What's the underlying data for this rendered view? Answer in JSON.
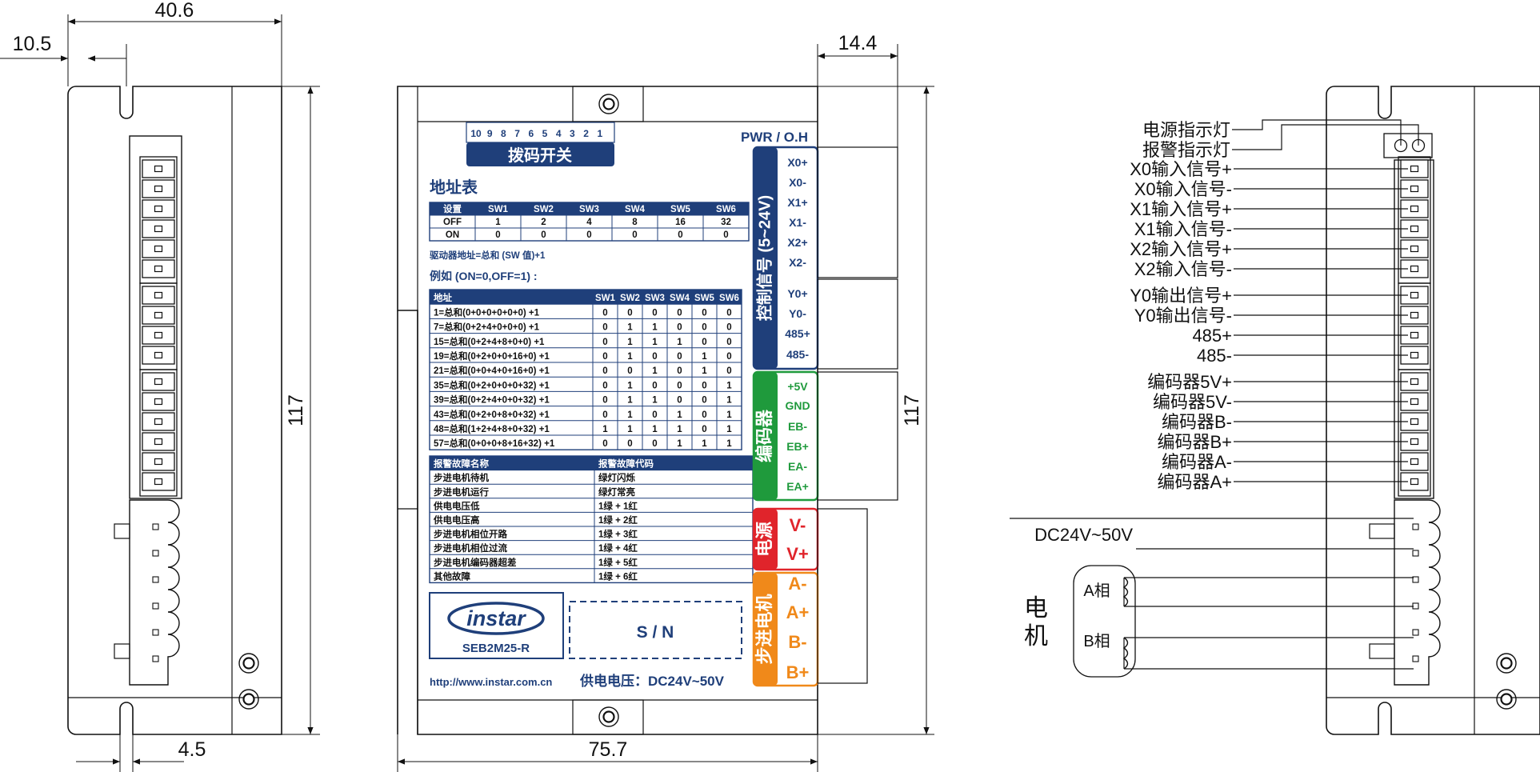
{
  "left_view": {
    "dims": {
      "width": "40.6",
      "slot_offset": "10.5",
      "bottom_slot": "4.5",
      "height": "117"
    }
  },
  "front_view": {
    "dims": {
      "width": "75.7",
      "conn_depth": "14.4",
      "height": "117"
    },
    "dip": {
      "numbers": [
        "10",
        "9",
        "8",
        "7",
        "6",
        "5",
        "4",
        "3",
        "2",
        "1"
      ],
      "label": "拨码开关"
    },
    "pwr_label": "PWR / O.H",
    "address_title": "地址表",
    "addr_table": {
      "headers": [
        "设置",
        "SW1",
        "SW2",
        "SW3",
        "SW4",
        "SW5",
        "SW6"
      ],
      "rows": [
        [
          "OFF",
          "1",
          "2",
          "4",
          "8",
          "16",
          "32"
        ],
        [
          "ON",
          "0",
          "0",
          "0",
          "0",
          "0",
          "0"
        ]
      ]
    },
    "formula": "驱动器地址=总和 (SW 值)+1",
    "example": "例如 (ON=0,OFF=1) :",
    "example_table": {
      "headers": [
        "地址",
        "SW1",
        "SW2",
        "SW3",
        "SW4",
        "SW5",
        "SW6"
      ],
      "rows": [
        [
          "1=总和(0+0+0+0+0+0) +1",
          "0",
          "0",
          "0",
          "0",
          "0",
          "0"
        ],
        [
          "7=总和(0+2+4+0+0+0) +1",
          "0",
          "1",
          "1",
          "0",
          "0",
          "0"
        ],
        [
          "15=总和(0+2+4+8+0+0) +1",
          "0",
          "1",
          "1",
          "1",
          "0",
          "0"
        ],
        [
          "19=总和(0+2+0+0+16+0) +1",
          "0",
          "1",
          "0",
          "0",
          "1",
          "0"
        ],
        [
          "21=总和(0+0+4+0+16+0) +1",
          "0",
          "0",
          "1",
          "0",
          "1",
          "0"
        ],
        [
          "35=总和(0+2+0+0+0+32) +1",
          "0",
          "1",
          "0",
          "0",
          "0",
          "1"
        ],
        [
          "39=总和(0+2+4+0+0+32) +1",
          "0",
          "1",
          "1",
          "0",
          "0",
          "1"
        ],
        [
          "43=总和(0+2+0+8+0+32) +1",
          "0",
          "1",
          "0",
          "1",
          "0",
          "1"
        ],
        [
          "48=总和(1+2+4+8+0+32) +1",
          "1",
          "1",
          "1",
          "1",
          "0",
          "1"
        ],
        [
          "57=总和(0+0+0+8+16+32) +1",
          "0",
          "0",
          "0",
          "1",
          "1",
          "1"
        ]
      ]
    },
    "fault_table": {
      "headers": [
        "报警故障名称",
        "报警故障代码"
      ],
      "rows": [
        [
          "步进电机待机",
          "绿灯闪烁"
        ],
        [
          "步进电机运行",
          "绿灯常亮"
        ],
        [
          "供电电压低",
          "1绿 + 1红"
        ],
        [
          "供电电压高",
          "1绿 + 2红"
        ],
        [
          "步进电机相位开路",
          "1绿 + 3红"
        ],
        [
          "步进电机相位过流",
          "1绿 + 4红"
        ],
        [
          "步进电机编码器超差",
          "1绿 + 5红"
        ],
        [
          "其他故障",
          "1绿 + 6红"
        ]
      ]
    },
    "brand": "instar",
    "model": "SEB2M25-R",
    "sn": "S / N",
    "url": "http://www.instar.com.cn",
    "supply": "供电电压：DC24V~50V",
    "sections": [
      {
        "title": "控制信号 (5~24V)",
        "color": "#1f3f7a",
        "pins": [
          "X0+",
          "X0-",
          "X1+",
          "X1-",
          "X2+",
          "X2-",
          "Y0+",
          "Y0-",
          "485+",
          "485-"
        ]
      },
      {
        "title": "编码器",
        "color": "#1f9a3c",
        "pins": [
          "+5V",
          "GND",
          "EB-",
          "EB+",
          "EA-",
          "EA+"
        ]
      },
      {
        "title": "电源",
        "color": "#e0242b",
        "pins": [
          "V-",
          "V+"
        ]
      },
      {
        "title": "步进电机",
        "color": "#f0891a",
        "pins": [
          "A-",
          "A+",
          "B-",
          "B+"
        ]
      }
    ]
  },
  "right_view": {
    "leds": [
      "电源指示灯",
      "报警指示灯"
    ],
    "signals": [
      "X0输入信号+",
      "X0输入信号-",
      "X1输入信号+",
      "X1输入信号-",
      "X2输入信号+",
      "X2输入信号-",
      "Y0输出信号+",
      "Y0输出信号-",
      "485+",
      "485-",
      "编码器5V+",
      "编码器5V-",
      "编码器B-",
      "编码器B+",
      "编码器A-",
      "编码器A+"
    ],
    "power_label": "DC24V~50V",
    "motor_label": "电机",
    "phase_a": "A相",
    "phase_b": "B相"
  }
}
